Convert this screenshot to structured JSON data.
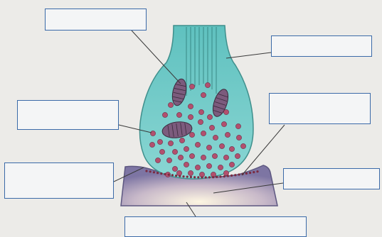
{
  "diagram": {
    "type": "synapse-labeling-worksheet",
    "colors": {
      "background": "#ecebe8",
      "axon_fill": "#7ecfcd",
      "axon_stroke": "#3f8f8c",
      "vesicle": "#b2506e",
      "mitochondrion": "#7c5b7d",
      "postsynaptic_fill": "#9a93b8",
      "box_border": "#3b6aa8",
      "leader_line": "#3a3a3a"
    },
    "labels": [
      {
        "id": "axon",
        "text": ""
      },
      {
        "id": "axon-membrane",
        "text": ""
      },
      {
        "id": "mitochondrion",
        "text": ""
      },
      {
        "id": "synaptic-vesicles",
        "text": ""
      },
      {
        "id": "synaptic-cleft",
        "text": ""
      },
      {
        "id": "postsynaptic-membrane",
        "text": ""
      },
      {
        "id": "receptors",
        "text": ""
      }
    ]
  }
}
